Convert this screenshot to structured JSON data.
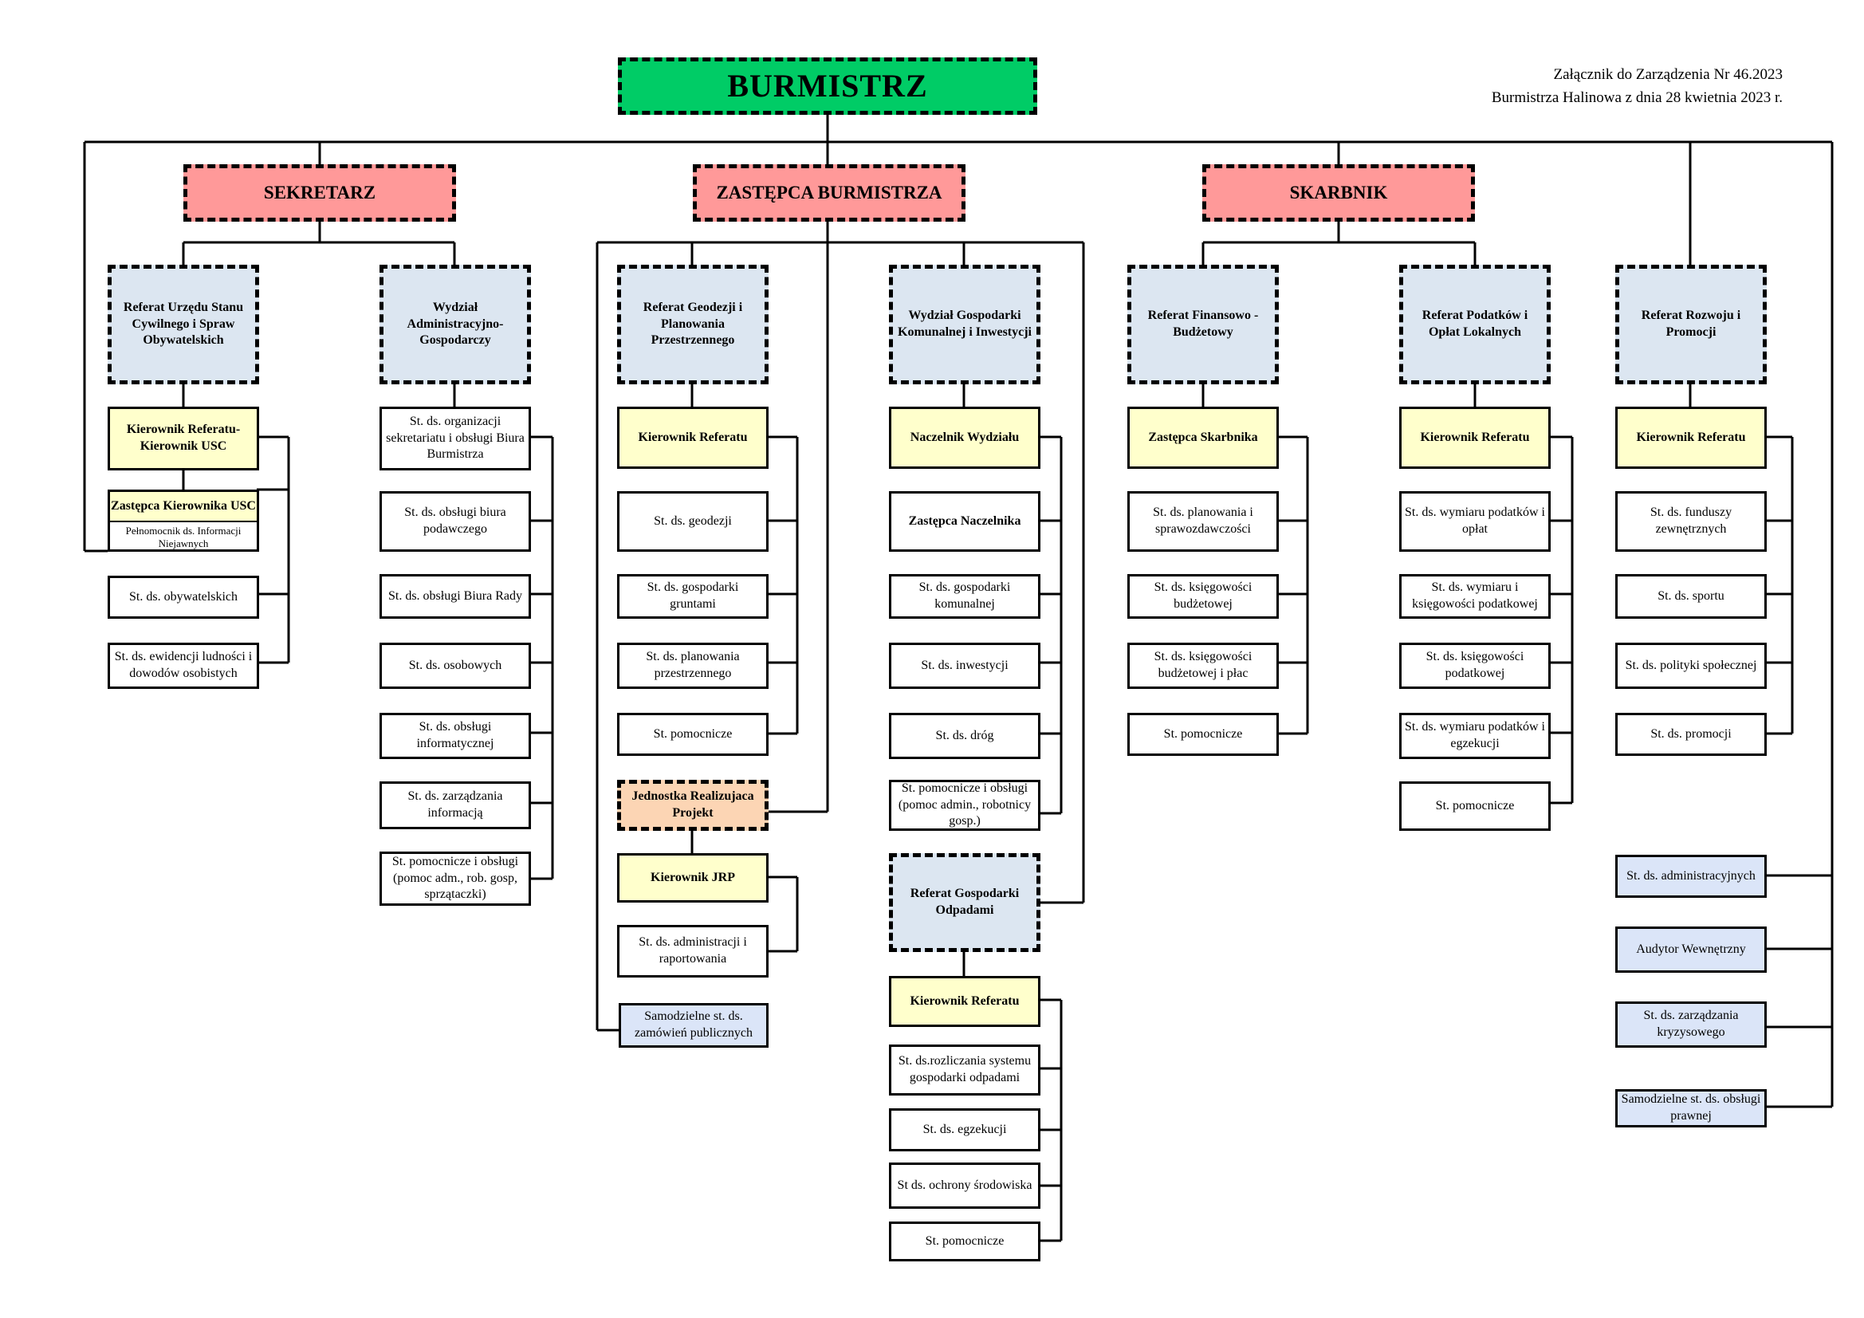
{
  "annex": {
    "line1": "Załącznik do Zarządzenia Nr 46.2023",
    "line2": "Burmistrza Halinowa z dnia 28 kwietnia 2023 r."
  },
  "top": {
    "burmistrz": "BURMISTRZ"
  },
  "level1": {
    "sekretarz": "SEKRETARZ",
    "zastepca": "ZASTĘPCA BURMISTRZA",
    "skarbnik": "SKARBNIK"
  },
  "units": {
    "usc": "Referat Urzędu Stanu Cywilnego i Spraw Obywatelskich",
    "wag": "Wydział Administracyjno-Gospodarczy",
    "geo": "Referat Geodezji i Planowania Przestrzennego",
    "gki": "Wydział Gospodarki Komunalnej i Inwestycji",
    "fin": "Referat Finansowo - Budżetowy",
    "pol": "Referat Podatków i Opłat Lokalnych",
    "rip": "Referat Rozwoju i Promocji",
    "odp": "Referat Gospodarki Odpadami",
    "jrp": "Jednostka Realizujaca Projekt"
  },
  "usc": {
    "kierownik": "Kierownik Referatu- Kierownik USC",
    "zastepca": "Zastępca Kierownika USC",
    "pelnomocnik": "Pełnomocnik ds. Informacji Niejawnych",
    "items": [
      "St. ds. obywatelskich",
      "St. ds. ewidencji ludności i dowodów osobistych"
    ]
  },
  "wag": {
    "items": [
      "St. ds. organizacji sekretariatu i obsługi Biura Burmistrza",
      "St. ds. obsługi biura podawczego",
      "St. ds. obsługi Biura Rady",
      "St. ds. osobowych",
      "St. ds. obsługi informatycznej",
      "St. ds. zarządzania informacją",
      "St. pomocnicze i obsługi (pomoc adm., rob. gosp, sprzątaczki)"
    ]
  },
  "geo": {
    "kierownik": "Kierownik Referatu",
    "items": [
      "St. ds. geodezji",
      "St. ds. gospodarki gruntami",
      "St. ds. planowania przestrzennego",
      "St. pomocnicze"
    ]
  },
  "jrp": {
    "kierownik": "Kierownik JRP",
    "items": [
      "St. ds. administracji i raportowania"
    ]
  },
  "zamowienia": "Samodzielne st. ds. zamówień publicznych",
  "gki": {
    "naczelnik": "Naczelnik Wydziału",
    "zastepca": "Zastępca Naczelnika",
    "items": [
      "St. ds. gospodarki komunalnej",
      "St. ds. inwestycji",
      "St. ds. dróg",
      "St. pomocnicze i obsługi (pomoc admin., robotnicy gosp.)"
    ]
  },
  "odp": {
    "kierownik": "Kierownik Referatu",
    "items": [
      "St. ds.rozliczania systemu gospodarki odpadami",
      "St. ds. egzekucji",
      "St ds. ochrony środowiska",
      "St. pomocnicze"
    ]
  },
  "fin": {
    "zastepca": "Zastępca Skarbnika",
    "items": [
      "St. ds. planowania i sprawozdawczości",
      "St. ds. księgowości budżetowej",
      "St. ds. księgowości budżetowej i płac",
      "St. pomocnicze"
    ]
  },
  "pol": {
    "kierownik": "Kierownik Referatu",
    "items": [
      "St. ds. wymiaru podatków i opłat",
      "St. ds. wymiaru i księgowości podatkowej",
      "St. ds. księgowości podatkowej",
      "St. ds. wymiaru podatków i egzekucji",
      "St. pomocnicze"
    ]
  },
  "rip": {
    "kierownik": "Kierownik Referatu",
    "items": [
      "St. ds. funduszy zewnętrznych",
      "St. ds. sportu",
      "St. ds. polityki społecznej",
      "St. ds. promocji"
    ]
  },
  "independent": [
    "St. ds. administracyjnych",
    "Audytor Wewnętrzny",
    "St. ds. zarządzania kryzysowego",
    "Samodzielne st. ds. obsługi prawnej"
  ],
  "colors": {
    "top": "#00cc66",
    "level1": "#ff9999",
    "unit": "#dce6f1",
    "head": "#ffffcc",
    "jrp": "#fcd5b4",
    "independent": "#dbe5f8"
  }
}
